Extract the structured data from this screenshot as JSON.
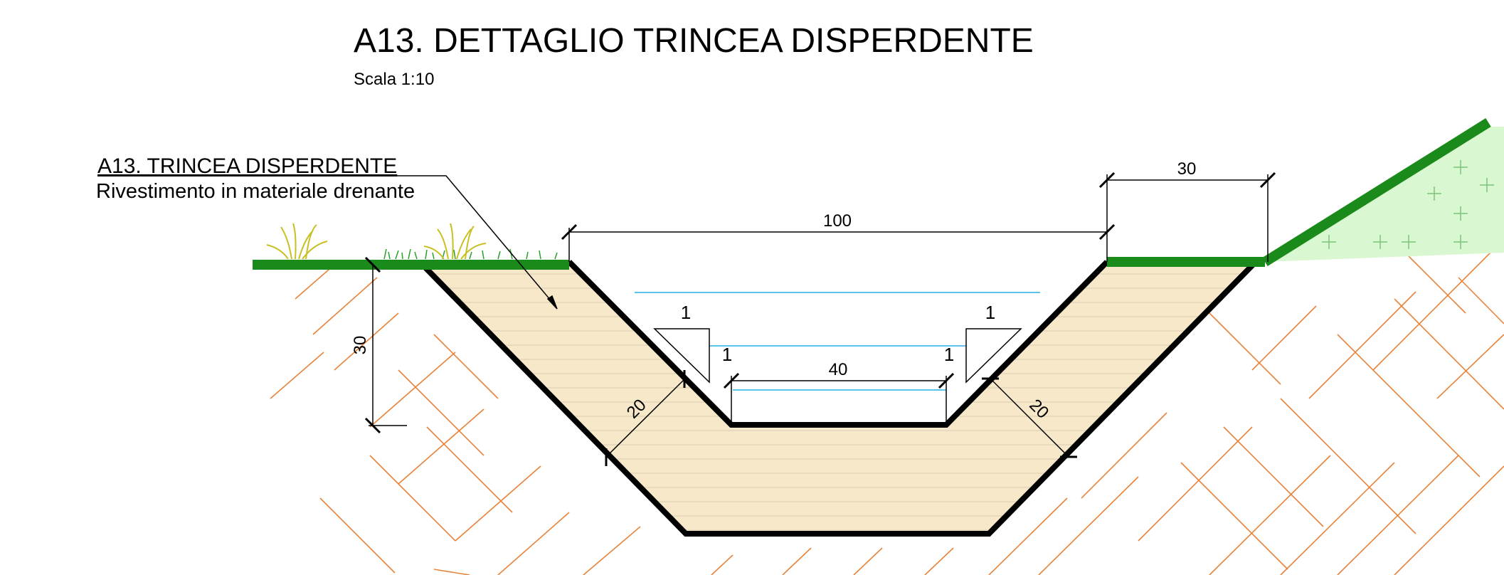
{
  "title": "A13. DETTAGLIO TRINCEA DISPERDENTE",
  "scale": "Scala 1:10",
  "callout": {
    "title": "A13. TRINCEA DISPERDENTE",
    "subtitle": "Rivestimento in materiale drenante"
  },
  "dimensions": {
    "top_width": "100",
    "bank_width": "30",
    "bottom_width": "40",
    "depth": "30",
    "lining_left": "20",
    "lining_right": "20",
    "slope_v_left": "1",
    "slope_h_left": "1",
    "slope_v_right": "1",
    "slope_h_right": "1"
  },
  "colors": {
    "grass": "#1a8a1a",
    "lining_fill": "#f6e8c8",
    "soil_hatch": "#e8833a",
    "water": "#5bc4e8",
    "embankment_fill": "#d9f7d0"
  }
}
